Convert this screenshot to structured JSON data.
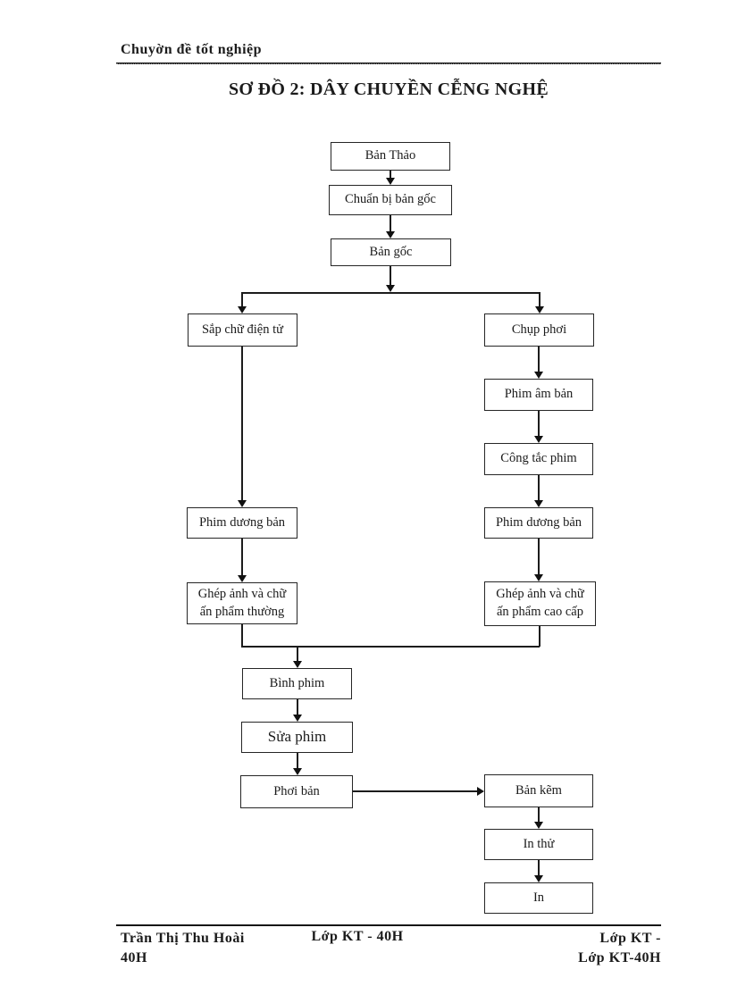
{
  "header": {
    "course_label": "Chuyờn  đề tốt nghiệp"
  },
  "title": "SƠ ĐỒ 2: DÂY CHUYỀN CỄNG NGHỆ",
  "nodes": {
    "ban_thao": "Bản Thảo",
    "chuan_bi_ban_goc": "Chuẩn bị bản gốc",
    "ban_goc": "Bản gốc",
    "sap_chu_dien_tu": "Sắp chữ điện tử",
    "chup_phoi": "Chụp phơi",
    "phim_am_ban": "Phim âm bản",
    "cong_tac_phim": "Công tắc phim",
    "phim_duong_ban_trai": "Phim dương bản",
    "phim_duong_ban_phai": "Phim dương bản",
    "ghep_an_pham_thuong": "Ghép ảnh và chữ\nấn phẩm thường",
    "ghep_an_pham_cao_cap": "Ghép ảnh và chữ\nấn phẩm cao cấp",
    "binh_phim": "Bình phim",
    "sua_phim": "Sửa phim",
    "phoi_ban": "Phơi bản",
    "ban_kem": "Bản kẽm",
    "in_thu": "In thử",
    "in": "In"
  },
  "footer": {
    "author_line1": "Trần  Thị  Thu  Hoài",
    "author_line2": "40H",
    "class_center": "Lớp KT - 40H",
    "class_right_line1": "Lớp KT -",
    "class_right_line2": "Lớp KT-40H"
  }
}
